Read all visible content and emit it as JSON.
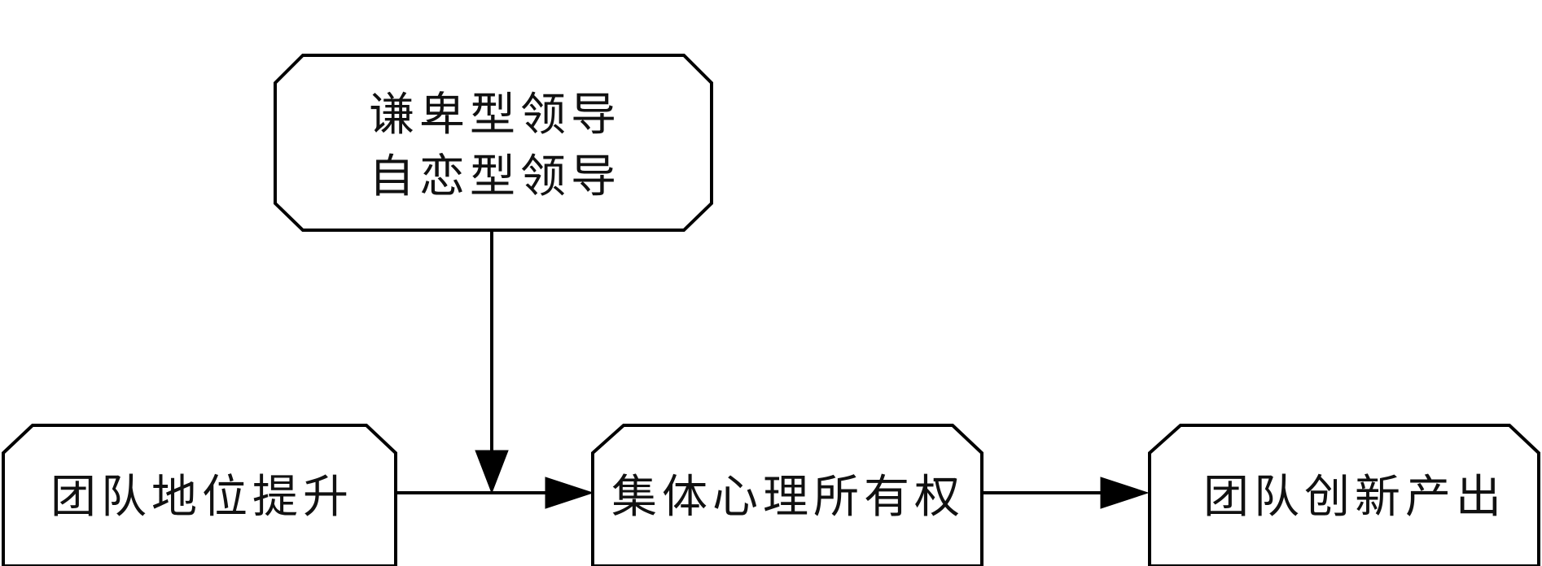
{
  "diagram": {
    "moderator": {
      "line1": "谦卑型领导",
      "line2": "自恋型领导"
    },
    "independent": {
      "label": "团队地位提升"
    },
    "mediator": {
      "label": "集体心理所有权"
    },
    "outcome": {
      "label": "团队创新产出"
    }
  },
  "colors": {
    "stroke": "#000000",
    "text": "#111111",
    "background": "#ffffff"
  }
}
